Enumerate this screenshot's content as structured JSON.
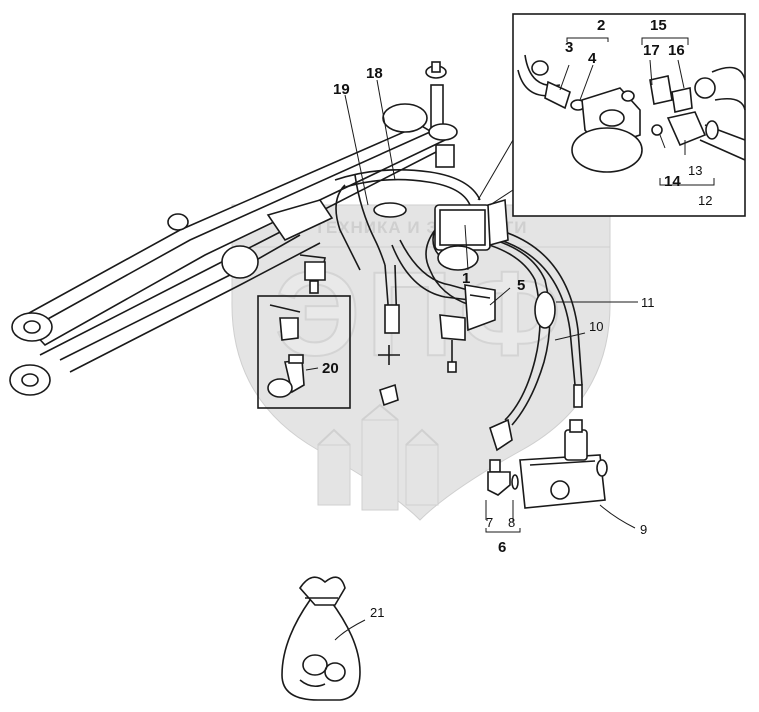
{
  "watermark": {
    "text": "ТЕХНИКА И ЗАПЧАСТИ",
    "logo_letters": "ЭПФ"
  },
  "callouts": {
    "c1": "1",
    "c2": "2",
    "c3": "3",
    "c4": "4",
    "c5": "5",
    "c6": "6",
    "c7": "7",
    "c8": "8",
    "c9": "9",
    "c10": "10",
    "c11": "11",
    "c12": "12",
    "c13": "13",
    "c14": "14",
    "c15": "15",
    "c16": "16",
    "c17": "17",
    "c18": "18",
    "c19": "19",
    "c20": "20",
    "c21": "21"
  },
  "colors": {
    "ink": "#1a1a1a",
    "watermark": "#e4e4e4",
    "background": "#ffffff"
  }
}
